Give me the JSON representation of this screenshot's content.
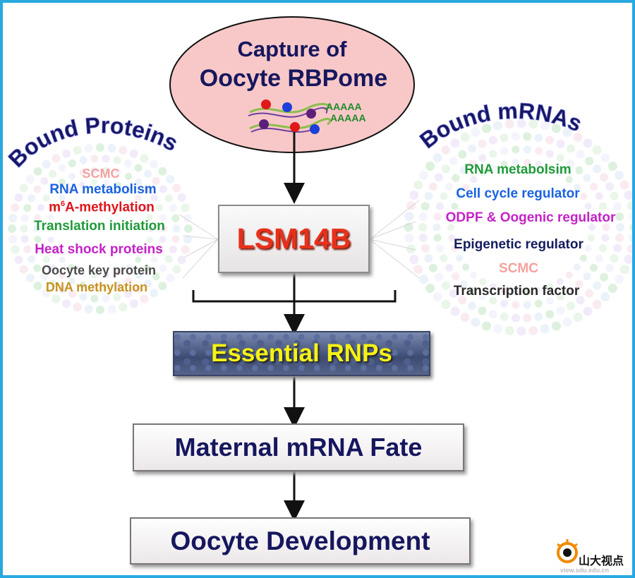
{
  "capture": {
    "line1": "Capture of",
    "line2": "Oocyte RBPome",
    "polyA_1": "AAAAA",
    "polyA_2": "AAAAA"
  },
  "bound_proteins": {
    "title": "Bound Proteins",
    "items": [
      {
        "text": "SCMC",
        "color": "#f4a29f"
      },
      {
        "text": "RNA metabolism",
        "color": "#1a62e0"
      },
      {
        "pre": "m",
        "sup": "6",
        "post": "A-methylation",
        "color": "#e0151b"
      },
      {
        "text": "Translation initiation",
        "color": "#1f9a3a"
      },
      {
        "text": "Heat shock proteins",
        "color": "#c522c8"
      },
      {
        "text": "Oocyte key protein",
        "color": "#4a4a4a"
      },
      {
        "text": "DNA methylation",
        "color": "#c8921e"
      }
    ]
  },
  "bound_mrnas": {
    "title": "Bound mRNAs",
    "items": [
      {
        "text": "RNA metabolsim",
        "color": "#1f9a3a"
      },
      {
        "text": "Cell cycle regulator",
        "color": "#1a62e0"
      },
      {
        "text": "ODPF & Oogenic regulator",
        "color": "#c522c8"
      },
      {
        "text": "Epigenetic regulator",
        "color": "#141c5e"
      },
      {
        "text": "SCMC",
        "color": "#f4a29f"
      },
      {
        "text": "Transcription factor",
        "color": "#2a2a2a"
      }
    ]
  },
  "lsm14b": "LSM14B",
  "essential_rnps": "Essential RNPs",
  "maternal_fate": "Maternal mRNA Fate",
  "oocyte_dev": "Oocyte Development",
  "watermark": {
    "cn": "山大视点",
    "url": "view.sdu.edu.cn"
  },
  "colors": {
    "title_navy": "#16175e",
    "ellipse_fill": "#f8c8c8",
    "lsm_red": "#e8301a",
    "rnp_yellow": "#f5f216",
    "frame_blue": "#29a8e0"
  }
}
